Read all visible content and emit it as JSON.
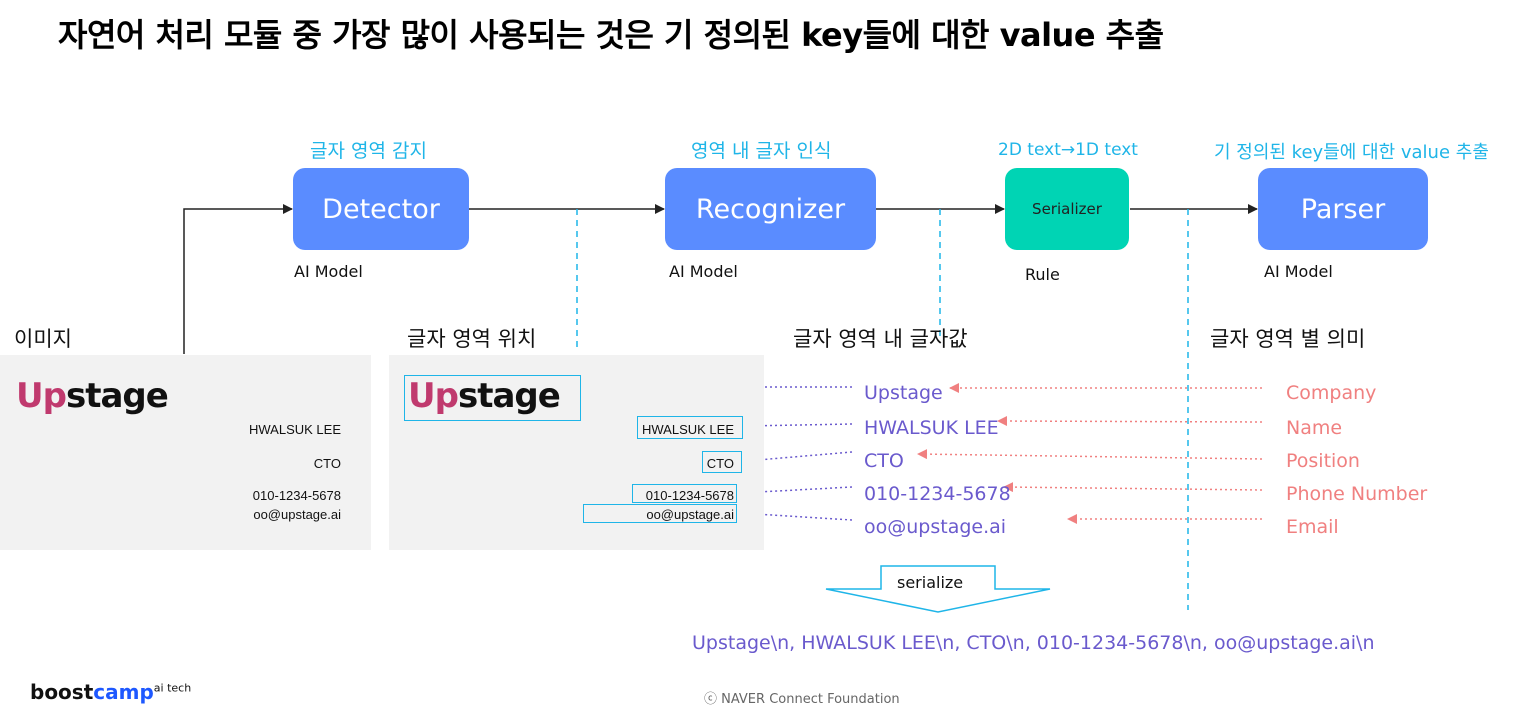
{
  "title": "자연어 처리 모듈 중 가장 많이 사용되는 것은 기 정의된 key들에 대한 value 추출",
  "pipeline": {
    "detector": {
      "label": "Detector",
      "caption": "글자 영역 감지",
      "type": "AI Model"
    },
    "recognizer": {
      "label": "Recognizer",
      "caption": "영역 내 글자 인식",
      "type": "AI Model"
    },
    "serializer": {
      "label": "Serializer",
      "caption": "2D text→1D text",
      "type": "Rule"
    },
    "parser": {
      "label": "Parser",
      "caption": "기 정의된 key들에 대한 value 추출",
      "type": "AI Model"
    }
  },
  "sections": {
    "image": "이미지",
    "region_position": "글자 영역 위치",
    "region_text": "글자 영역 내 글자값",
    "region_meaning": "글자 영역 별 의미"
  },
  "card": {
    "logo_up": "Up",
    "logo_stage": "stage",
    "name": "HWALSUK LEE",
    "title": "CTO",
    "phone": "010-1234-5678",
    "email": "oo@upstage.ai"
  },
  "values": [
    "Upstage",
    "HWALSUK LEE",
    "CTO",
    "010-1234-5678",
    "oo@upstage.ai"
  ],
  "keys": [
    "Company",
    "Name",
    "Position",
    "Phone Number",
    "Email"
  ],
  "serialize_label": "serialize",
  "serialized_output": "Upstage\\n, HWALSUK LEE\\n, CTO\\n, 010-1234-5678\\n, oo@upstage.ai\\n",
  "footer": {
    "brand_boost": "boost",
    "brand_camp": "camp",
    "brand_sup": "ai tech",
    "copyright": "ⓒ NAVER Connect Foundation"
  },
  "colors": {
    "model_box": "#5a8cff",
    "rule_box": "#00d4b4",
    "caption": "#1fb5e8",
    "value_text": "#6a5acd",
    "key_text": "#f08080",
    "logo_accent": "#c03a6e"
  }
}
